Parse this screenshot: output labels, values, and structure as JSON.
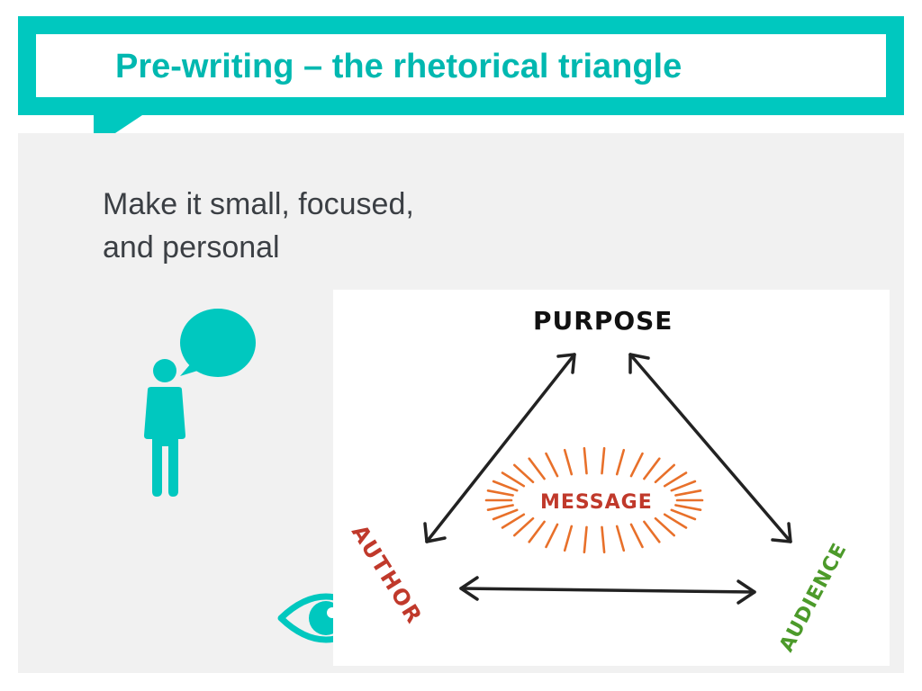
{
  "slide": {
    "title": "Pre-writing – the rhetorical triangle",
    "body_lines": [
      "Make it small, focused,",
      "and personal"
    ]
  },
  "diagram": {
    "nodes": {
      "top": "PURPOSE",
      "left": "AUTHOR",
      "right": "AUDIENCE",
      "center": "MESSAGE"
    }
  },
  "icons": [
    "person-speech-icon",
    "eye-icon"
  ],
  "colors": {
    "accent": "#00c8bf",
    "title": "#00b8b0",
    "panel": "#f1f1f1",
    "author_label": "#c0392b",
    "audience_label": "#4c9a2a",
    "message_label": "#c0392b",
    "message_rays": "#e8702a"
  }
}
